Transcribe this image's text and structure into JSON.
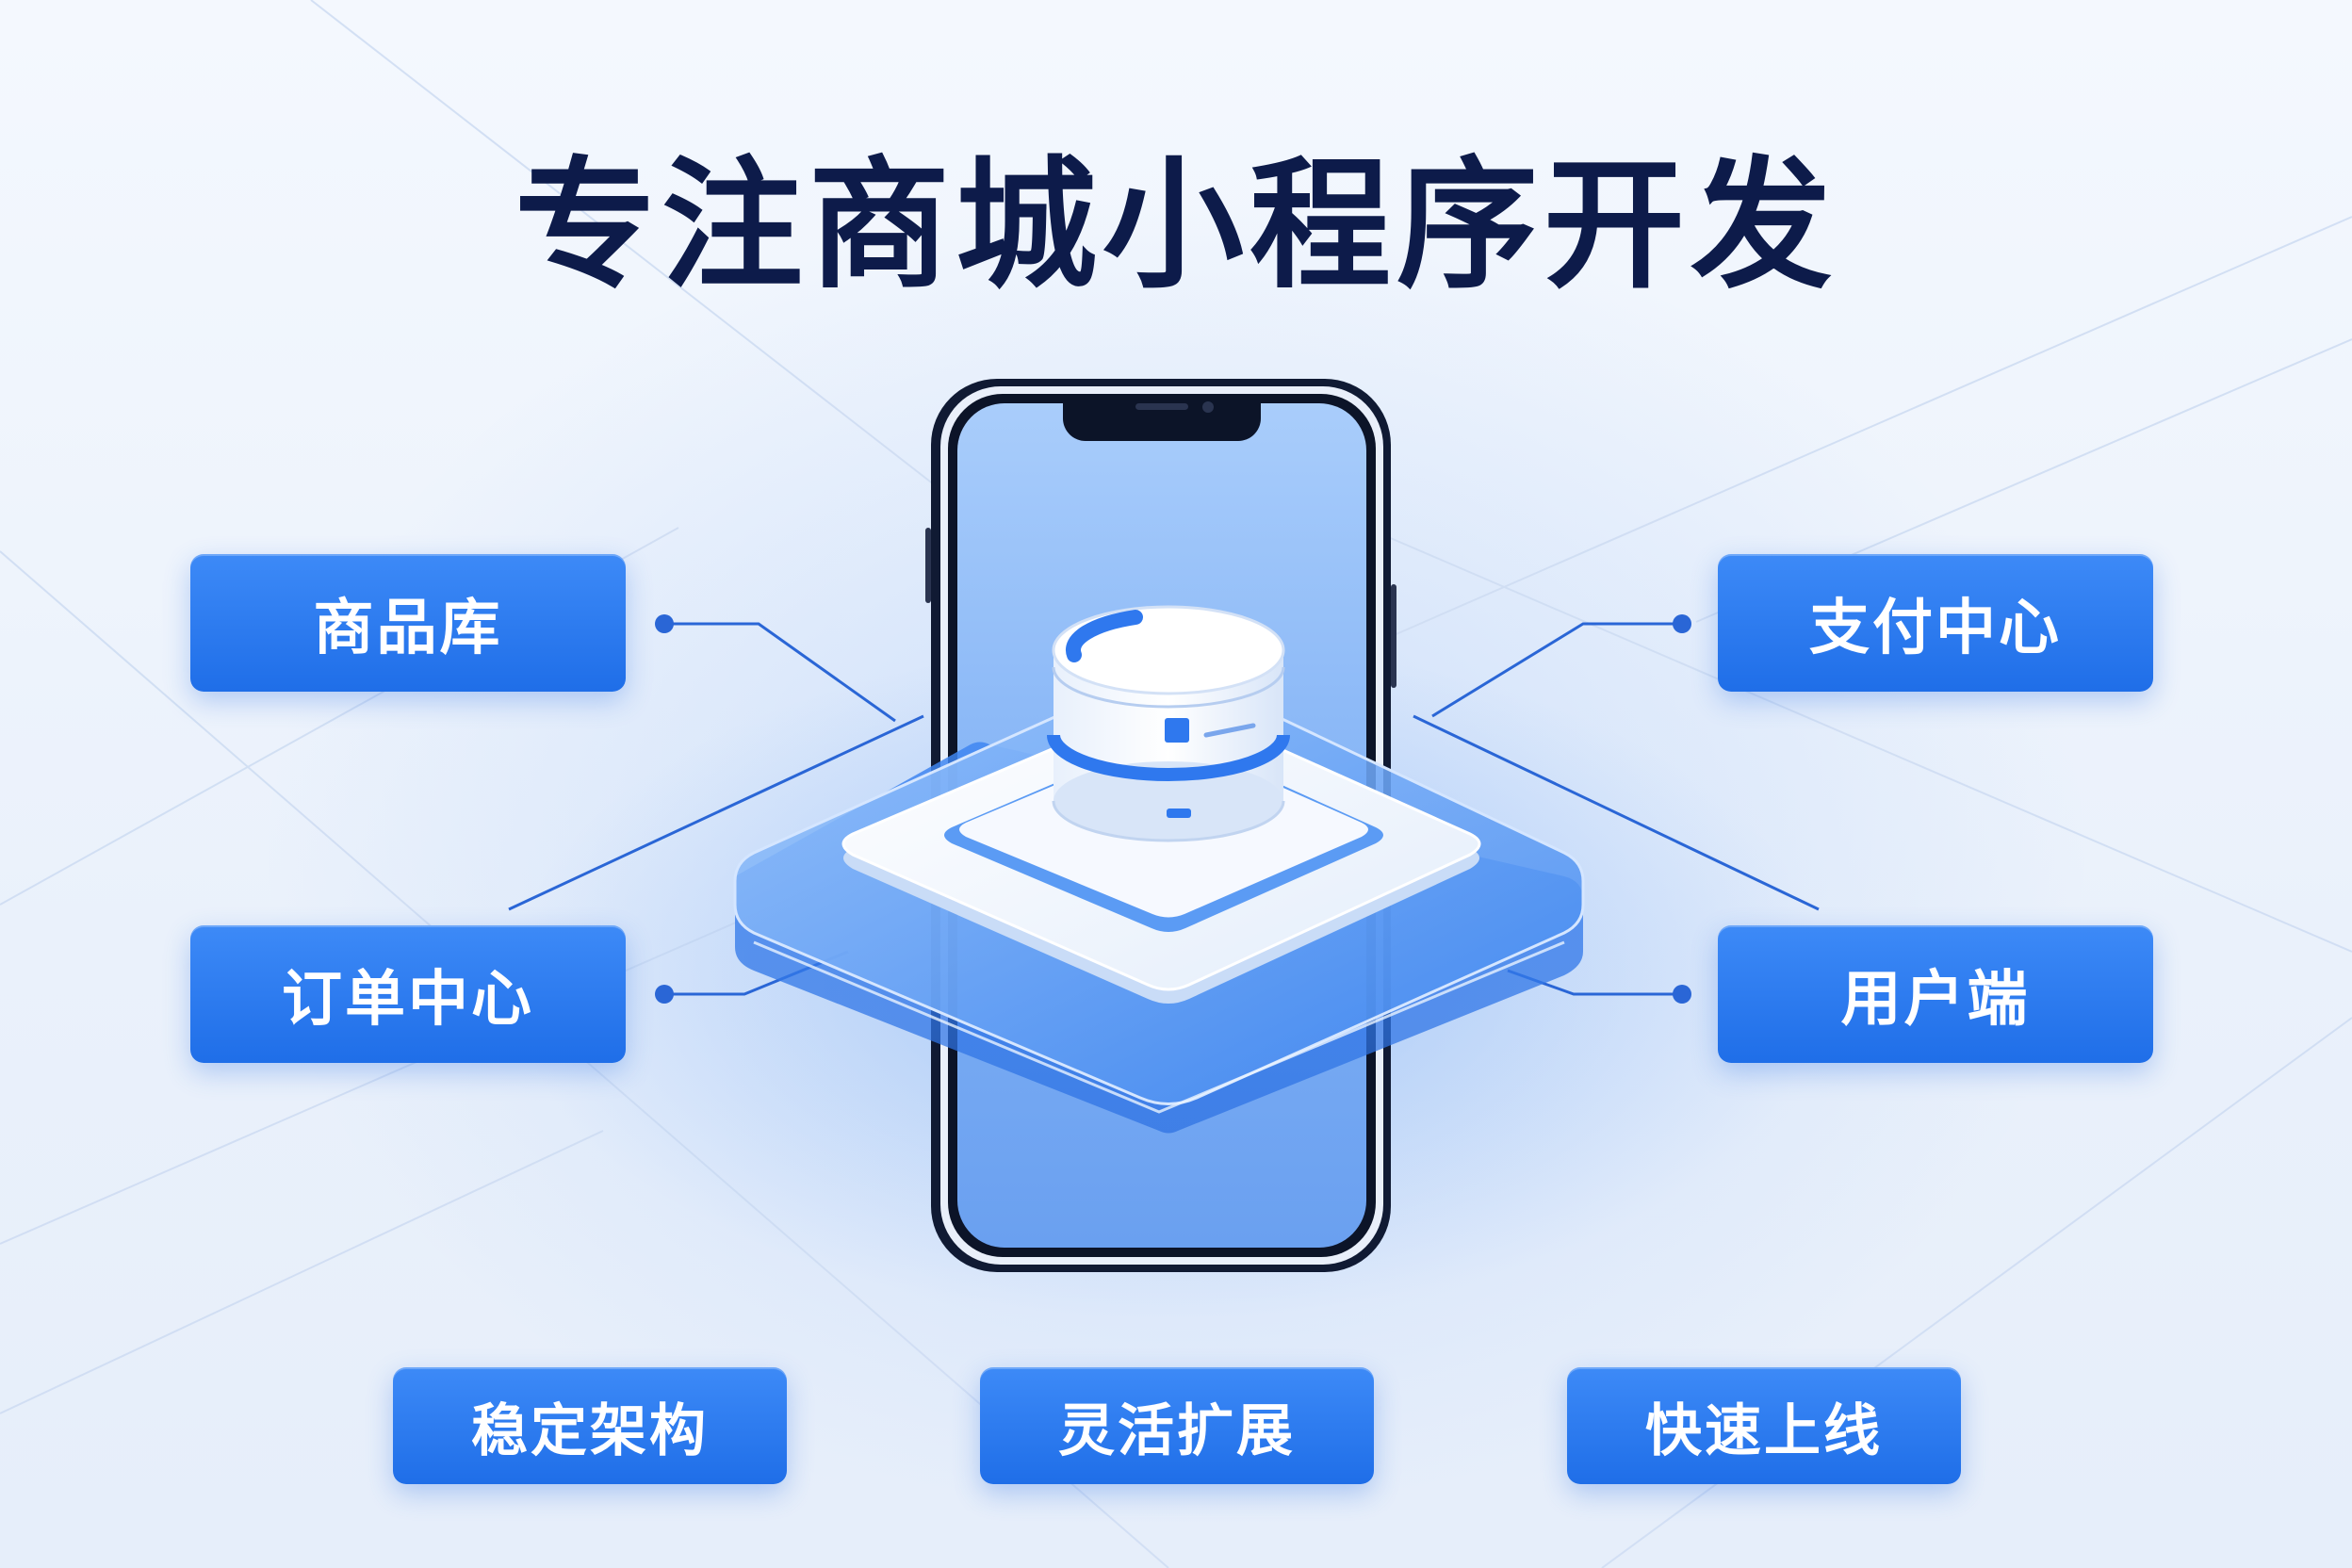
{
  "title": "专注商城小程序开发",
  "modules": {
    "product_library": "商品库",
    "order_center": "订单中心",
    "payment_center": "支付中心",
    "user_client": "用户端"
  },
  "features": {
    "stable_architecture": "稳定架构",
    "flexible_extension": "灵活扩展",
    "fast_launch": "快速上线"
  },
  "colors": {
    "accent": "#2a78ee",
    "title": "#0d1b4a",
    "background": "#eef4fc"
  },
  "icons": [
    "phone-icon",
    "database-icon"
  ]
}
